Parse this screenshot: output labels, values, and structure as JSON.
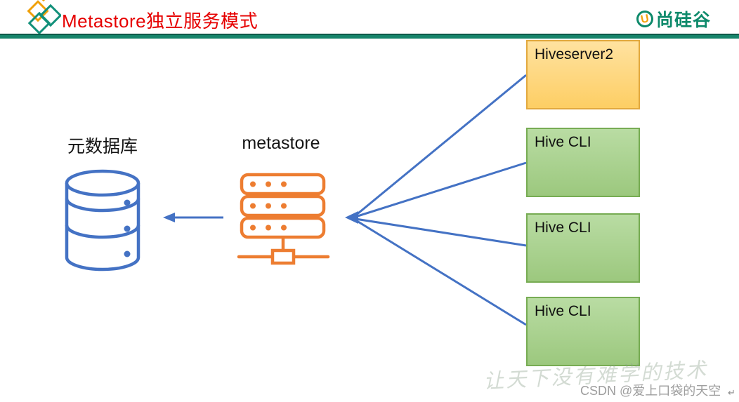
{
  "header": {
    "title": "Metastore独立服务模式",
    "brand_name": "尚硅谷",
    "brand_mark": "U"
  },
  "diagram": {
    "database_label": "元数据库",
    "metastore_label": "metastore",
    "clients": [
      {
        "label": "Hiveserver2",
        "kind": "hiveserver2"
      },
      {
        "label": "Hive CLI",
        "kind": "hive-cli"
      },
      {
        "label": "Hive CLI",
        "kind": "hive-cli"
      },
      {
        "label": "Hive CLI",
        "kind": "hive-cli"
      }
    ]
  },
  "watermark": {
    "slogan": "让天下没有难学的技术",
    "csdn": "CSDN @爱上口袋的天空",
    "return_symbol": "↵"
  },
  "colors": {
    "title_red": "#e60000",
    "divider_teal": "#17846b",
    "arrow_blue": "#4472c4",
    "server_orange": "#ed7d31",
    "gold_border": "#e2a93f",
    "green_border": "#77ac53",
    "brand_green": "#0e8a6b",
    "brand_orange": "#f1a10a"
  }
}
